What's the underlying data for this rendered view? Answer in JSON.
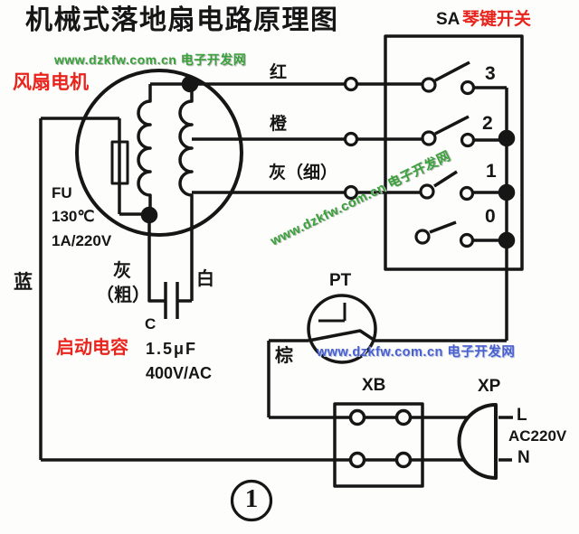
{
  "title": "机械式落地扇电路原理图",
  "figure_number": "1",
  "watermarks": {
    "site": "www.dzkfw.com.cn 电子开发网"
  },
  "colors": {
    "line": "#161616",
    "red_label": "#e8241c",
    "green_watermark": "#3aa23a",
    "blue_watermark": "#4a5fd0"
  },
  "motor": {
    "name": "风扇电机"
  },
  "switch": {
    "id": "SA",
    "name": "琴键开关",
    "positions": [
      "3",
      "2",
      "1",
      "0"
    ]
  },
  "fuse": {
    "id": "FU",
    "temperature": "130℃",
    "rating": "1A/220V"
  },
  "capacitor": {
    "id": "C",
    "name": "启动电容",
    "capacitance": "1.5μF",
    "voltage": "400V/AC"
  },
  "protector": {
    "id": "PT"
  },
  "terminal_block": {
    "id": "XB"
  },
  "plug": {
    "id": "XP",
    "live": "L",
    "voltage": "AC220V",
    "neutral": "N"
  },
  "wires": {
    "red": "红",
    "orange": "橙",
    "gray_thin": "灰（细）",
    "gray_thick_line1": "灰",
    "gray_thick_line2": "（粗）",
    "white": "白",
    "blue": "蓝",
    "brown": "棕"
  }
}
